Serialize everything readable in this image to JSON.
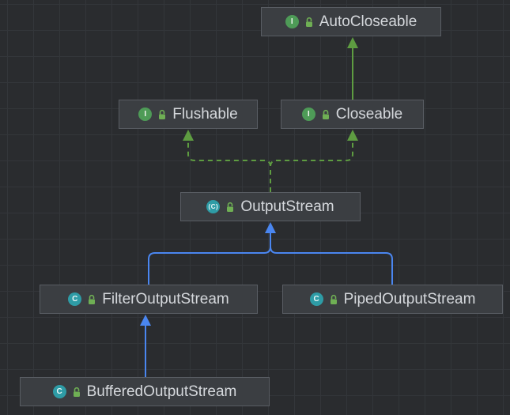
{
  "diagram": {
    "type": "uml-class-diagram",
    "description": "Java OutputStream class hierarchy diagram",
    "nodes": [
      {
        "label": "AutoCloseable",
        "kind": "interface"
      },
      {
        "label": "Flushable",
        "kind": "interface"
      },
      {
        "label": "Closeable",
        "kind": "interface"
      },
      {
        "label": "OutputStream",
        "kind": "abstract-class"
      },
      {
        "label": "FilterOutputStream",
        "kind": "class"
      },
      {
        "label": "PipedOutputStream",
        "kind": "class"
      },
      {
        "label": "BufferedOutputStream",
        "kind": "class"
      }
    ],
    "icons": {
      "interface_letter": "I",
      "class_letter": "C",
      "abstract_class_letter": "(C)",
      "modifier_icon": "lock-icon"
    },
    "edges": [
      {
        "from": "Closeable",
        "to": "AutoCloseable",
        "type": "extends",
        "style": "solid",
        "color": "#5E9C41"
      },
      {
        "from": "OutputStream",
        "to": "Flushable",
        "type": "implements",
        "style": "dashed",
        "color": "#5E9C41"
      },
      {
        "from": "OutputStream",
        "to": "Closeable",
        "type": "implements",
        "style": "dashed",
        "color": "#5E9C41"
      },
      {
        "from": "FilterOutputStream",
        "to": "OutputStream",
        "type": "extends",
        "style": "solid",
        "color": "#4A86F0"
      },
      {
        "from": "PipedOutputStream",
        "to": "OutputStream",
        "type": "extends",
        "style": "solid",
        "color": "#4A86F0"
      },
      {
        "from": "BufferedOutputStream",
        "to": "FilterOutputStream",
        "type": "extends",
        "style": "solid",
        "color": "#4A86F0"
      }
    ],
    "colors": {
      "background": "#2A2C2F",
      "grid_line": "#33363A",
      "node_bg": "#3B3E42",
      "node_border": "#595D63",
      "node_text": "#D5D8DC",
      "interface_icon": "#4E9B57",
      "class_icon": "#2E9CA6",
      "lock_icon": "#6FAF54",
      "extends_edge": "#4A86F0",
      "implements_edge": "#5E9C41"
    }
  }
}
